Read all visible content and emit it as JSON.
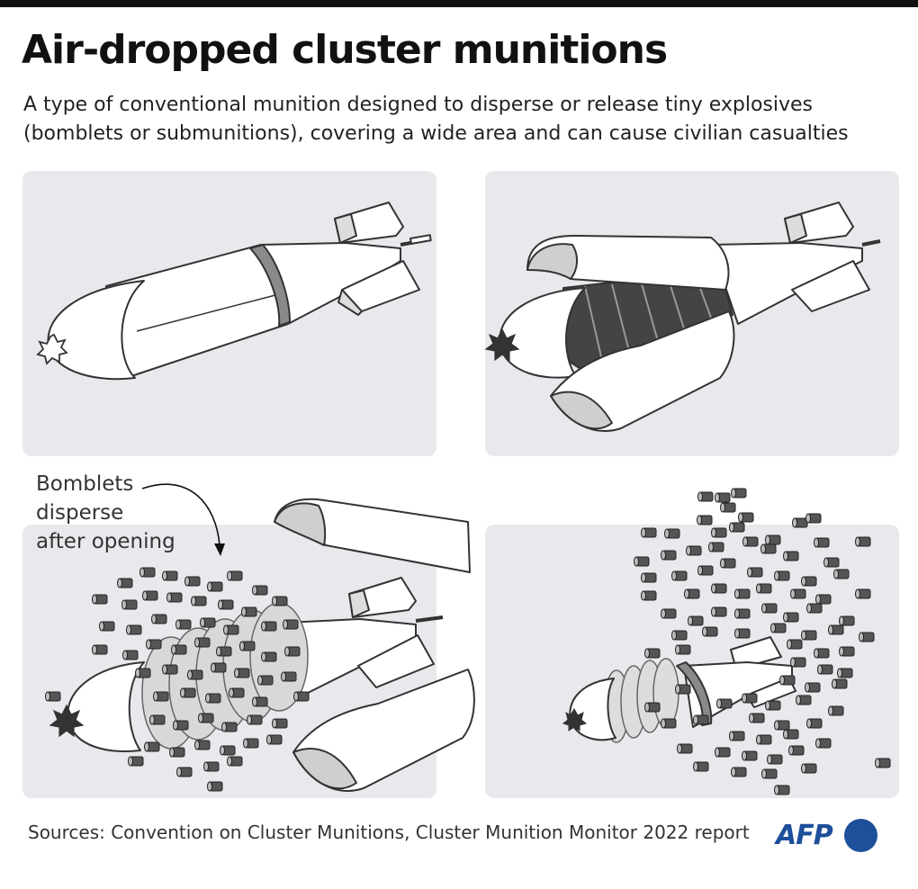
{
  "header": {
    "title": "Air-dropped cluster munitions",
    "subtitle": "A type of conventional munition designed to disperse or release tiny explosives (bomblets or submunitions), covering a wide area and can cause civilian casualties"
  },
  "annotation": {
    "line1": "Bomblets",
    "line2": "disperse",
    "line3": "after opening"
  },
  "footer": {
    "sources": "Sources: Convention on Cluster Munitions, Cluster Munition Monitor 2022 report",
    "logo_text": "AFP"
  },
  "colors": {
    "panel": "#e7e9ec",
    "outline": "#333333",
    "casing": "#ffffff",
    "band": "#8a8a8a",
    "bomblet": "#555555",
    "logo": "#1d4f9a"
  }
}
